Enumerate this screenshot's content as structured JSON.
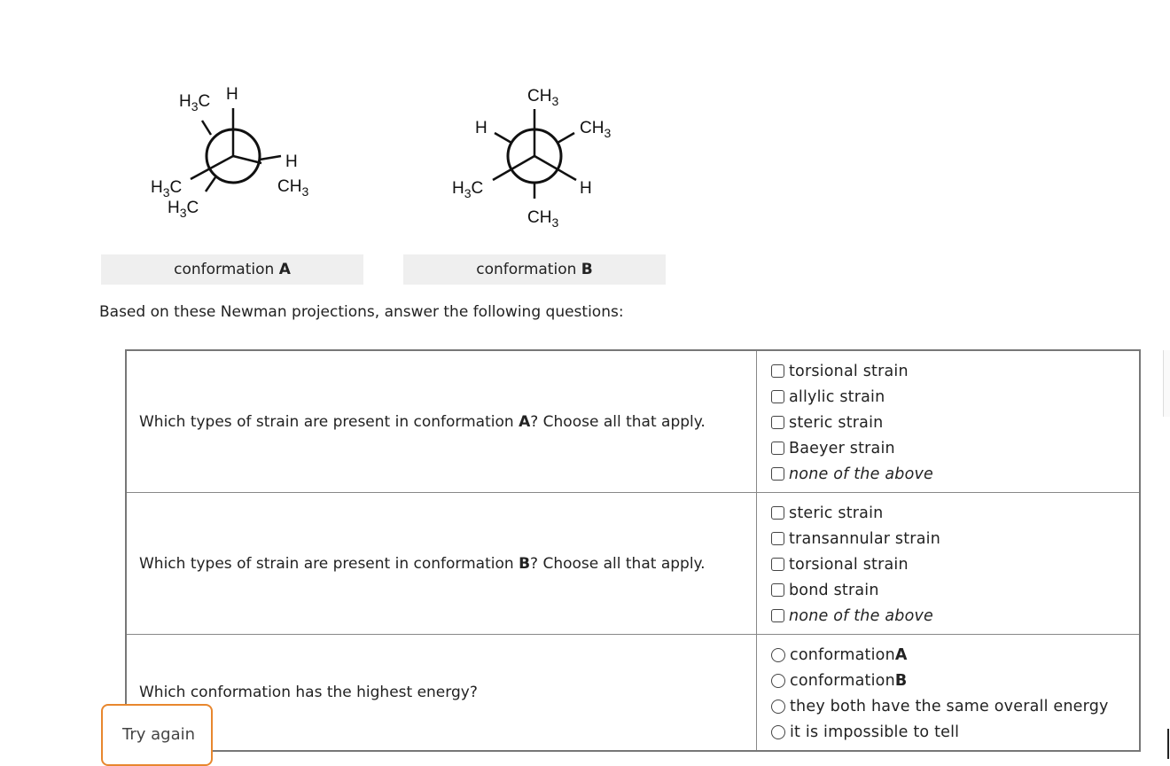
{
  "conformation_a": {
    "top_left": "H3C",
    "top_right": "H",
    "right_upper": "H",
    "right_lower": "CH3",
    "left_upper": "H3C",
    "left_lower": "H3C",
    "label_prefix": "conformation ",
    "label_letter": "A"
  },
  "conformation_b": {
    "top": "CH3",
    "upper_left": "H",
    "upper_right": "CH3",
    "lower_left": "H3C",
    "lower_right": "H",
    "bottom": "CH3",
    "label_prefix": "conformation ",
    "label_letter": "B"
  },
  "prompt": "Based on these Newman projections, answer the following questions:",
  "questions": [
    {
      "text_before": "Which types of strain are present in conformation ",
      "bold": "A",
      "text_after": "? Choose all that apply.",
      "options": [
        "torsional strain",
        "allylic strain",
        "steric strain",
        "Baeyer strain",
        "none of the above"
      ]
    },
    {
      "text_before": "Which types of strain are present in conformation ",
      "bold": "B",
      "text_after": "? Choose all that apply.",
      "options": [
        "steric strain",
        "transannular strain",
        "torsional strain",
        "bond strain",
        "none of the above"
      ]
    },
    {
      "text": "Which conformation has the highest energy?",
      "options": [
        {
          "prefix": "conformation ",
          "bold": "A"
        },
        {
          "prefix": "conformation ",
          "bold": "B"
        },
        {
          "prefix": "they both have the same overall energy",
          "bold": ""
        },
        {
          "prefix": "it is impossible to tell",
          "bold": ""
        }
      ]
    }
  ],
  "try_again": "Try again",
  "colors": {
    "accent_orange": "#e8872e",
    "label_bg": "#efefef",
    "border": "#777777"
  }
}
